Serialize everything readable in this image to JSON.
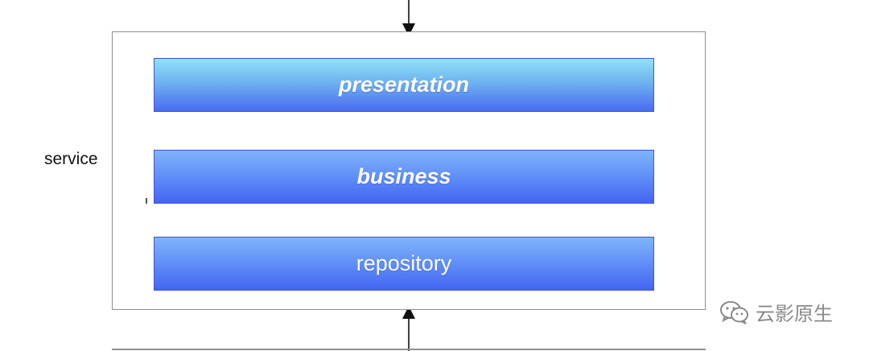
{
  "diagram": {
    "container_label": "service",
    "layers": [
      {
        "label": "presentation"
      },
      {
        "label": "business"
      },
      {
        "label": "repository"
      }
    ]
  },
  "watermark": {
    "text": "云影原生",
    "icon": "wechat-icon"
  },
  "colors": {
    "layer_top": "#8fe3f5",
    "layer_bottom": "#4564f1",
    "border": "#8f8f8f",
    "text": "#111111"
  }
}
